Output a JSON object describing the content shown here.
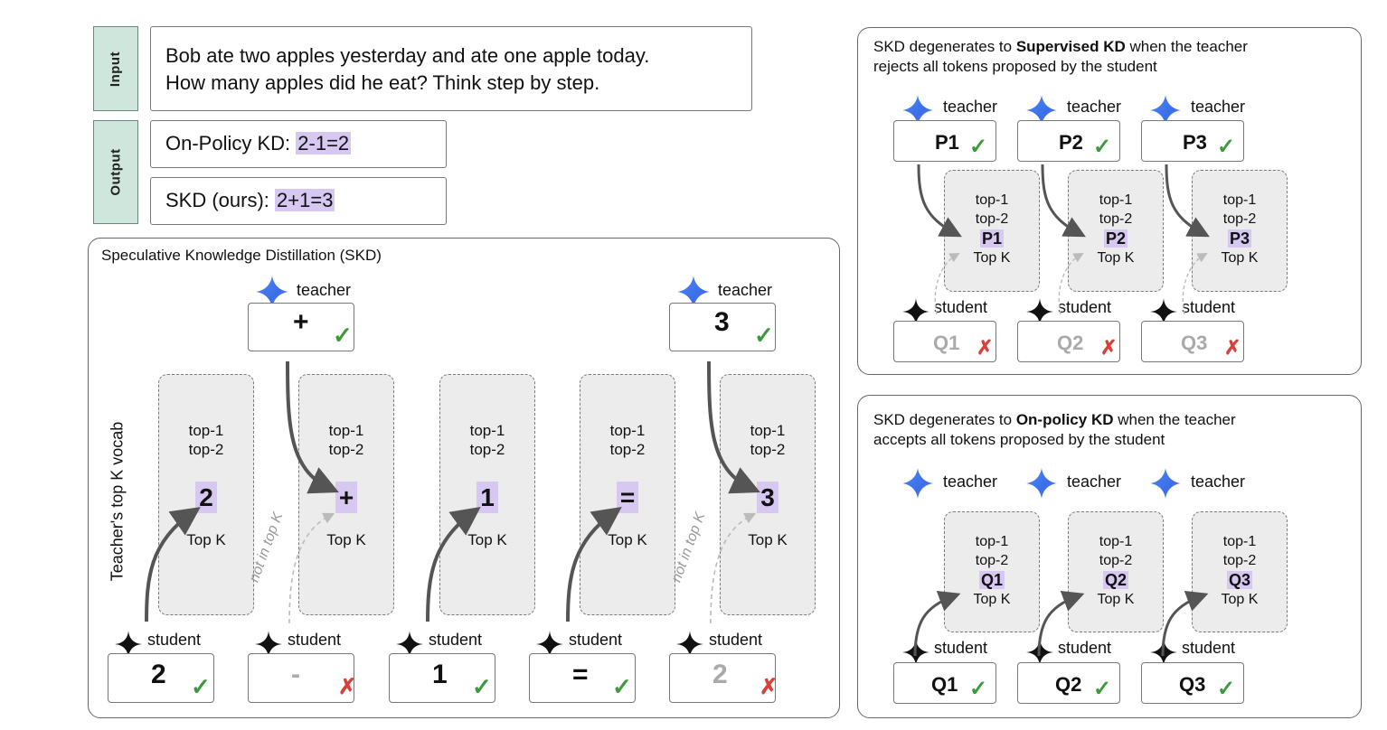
{
  "top": {
    "input_tag": "Input",
    "output_tag": "Output",
    "input_text_1": "Bob ate two apples yesterday and ate one apple today.",
    "input_text_2": "How many apples did he eat? Think step by step.",
    "onpolicy_prefix": "On-Policy KD: ",
    "onpolicy_answer": "2-1=2",
    "skd_prefix": "SKD (ours): ",
    "skd_answer": "2+1=3"
  },
  "main": {
    "title": "Speculative Knowledge Distillation (SKD)",
    "ylabel": "Teacher's top K vocab",
    "teacher_label": "teacher",
    "student_label": "student",
    "top1": "top-1",
    "top2": "top-2",
    "topk": "Top K",
    "not_in_top_k": "not in top K",
    "teacher_tokens": [
      "+",
      "3"
    ],
    "vocab_tokens": [
      "2",
      "+",
      "1",
      "=",
      "3"
    ],
    "student_tokens": [
      "2",
      "-",
      "1",
      "=",
      "2"
    ]
  },
  "supervised": {
    "title_pre": "SKD degenerates to ",
    "title_bold": "Supervised KD",
    "title_post": " when the teacher",
    "title_line2": "rejects all tokens proposed by the student",
    "teacher_tokens": [
      "P1",
      "P2",
      "P3"
    ],
    "vocab_tokens": [
      "P1",
      "P2",
      "P3"
    ],
    "student_tokens": [
      "Q1",
      "Q2",
      "Q3"
    ]
  },
  "onpolicy": {
    "title_pre": "SKD degenerates to ",
    "title_bold": "On-policy KD",
    "title_post": " when the teacher",
    "title_line2": "accepts all tokens proposed by the student",
    "vocab_tokens": [
      "Q1",
      "Q2",
      "Q3"
    ],
    "student_tokens": [
      "Q1",
      "Q2",
      "Q3"
    ]
  },
  "marks": {
    "check": "✓",
    "cross": "✗"
  },
  "colors": {
    "highlight": "#d7c8f2",
    "check": "#3c9a3c",
    "cross": "#d9403a",
    "tag": "#cfe6dc"
  },
  "icons": {
    "teacher": "gemini-sparkle-icon",
    "student": "four-point-star-icon"
  }
}
